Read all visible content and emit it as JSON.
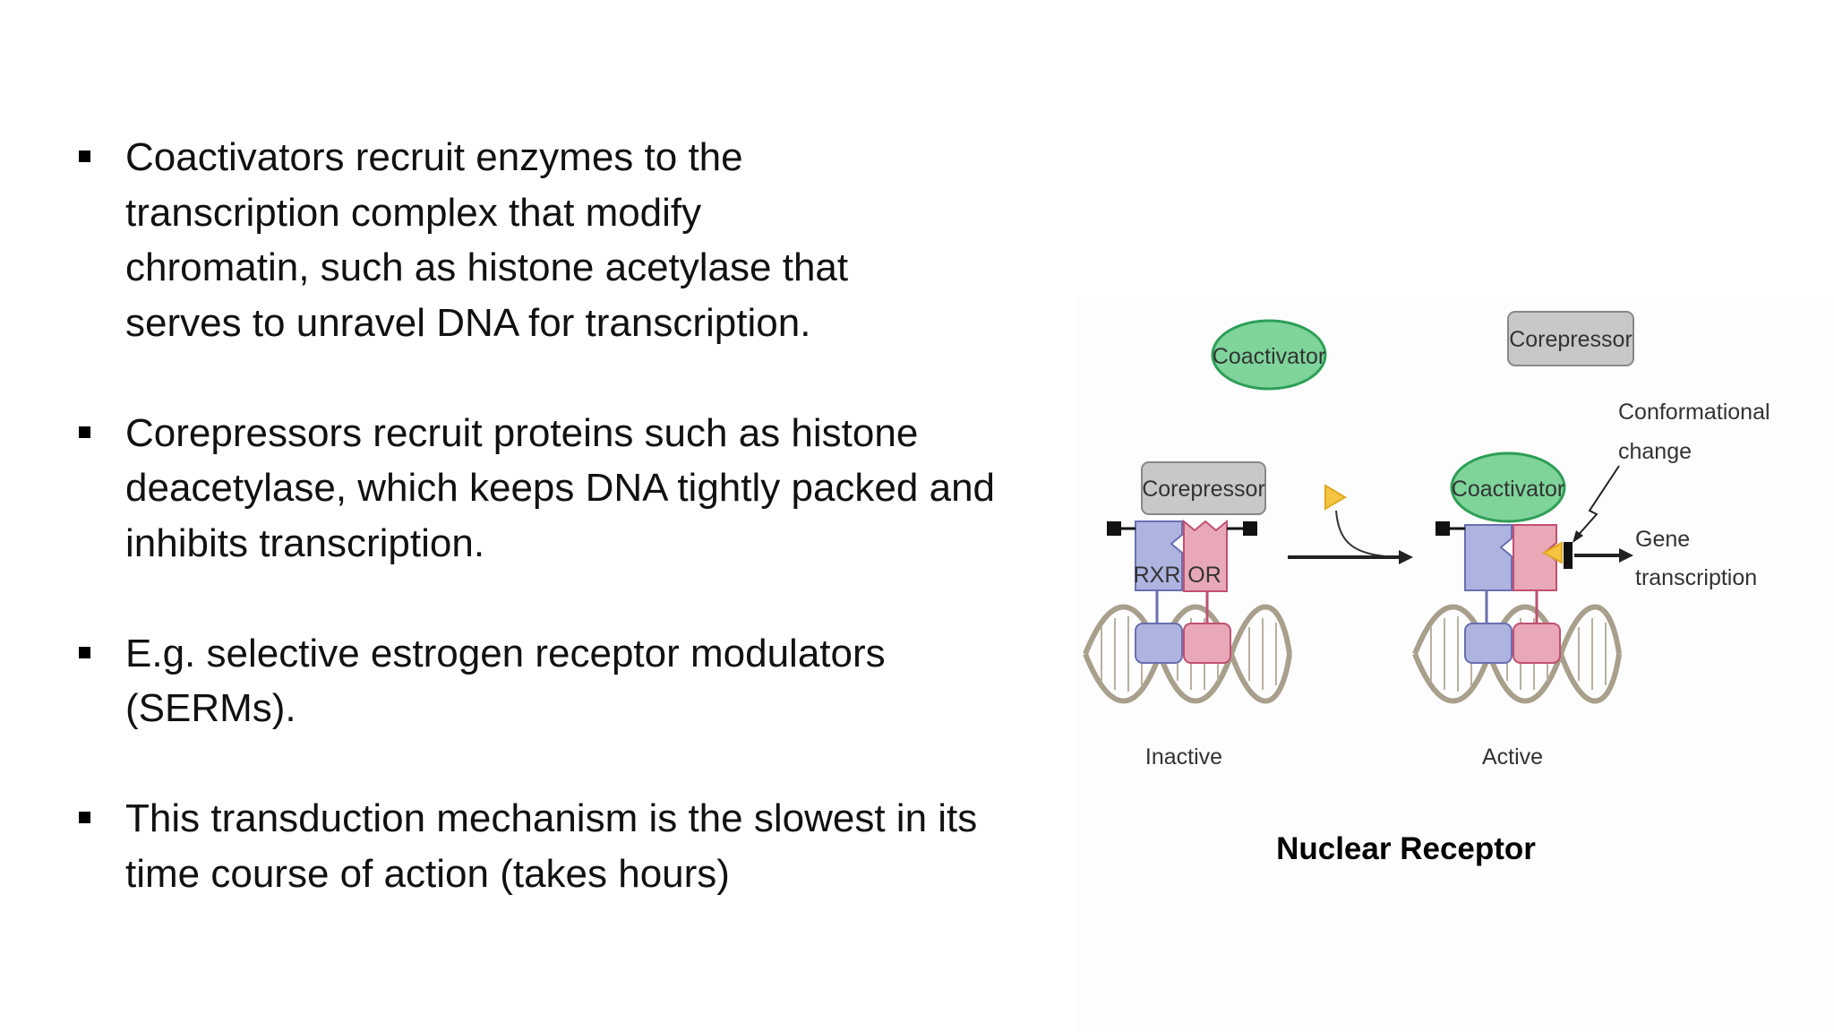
{
  "slide": {
    "bullets": [
      "Coactivators recruit enzymes to the transcription complex that modify chromatin, such as histone acetylase that serves to unravel DNA for transcription.",
      "Corepressors recruit proteins such as histone deacetylase, which keeps DNA tightly packed and inhibits transcription.",
      "E.g. selective estrogen receptor modulators (SERMs).",
      "This transduction mechanism is the slowest in its time course of action (takes hours)"
    ],
    "figure_caption": "Nuclear Receptor"
  },
  "figure": {
    "coactivator_label": "Coactivator",
    "corepressor_label": "Corepressor",
    "rxr_label": "RXR",
    "or_label": "OR",
    "inactive_label": "Inactive",
    "active_label": "Active",
    "conformational_label_1": "Conformational",
    "conformational_label_2": "change",
    "gene_label_1": "Gene",
    "gene_label_2": "transcription",
    "colors": {
      "coactivator_fill": "#7ed49a",
      "coactivator_stroke": "#2e9e57",
      "corepressor_fill": "#c8c8c8",
      "rxr_fill": "#aeb4e0",
      "or_fill": "#e8a8b8",
      "ligand": "#f5c542",
      "dna": "#a89f8c"
    }
  }
}
